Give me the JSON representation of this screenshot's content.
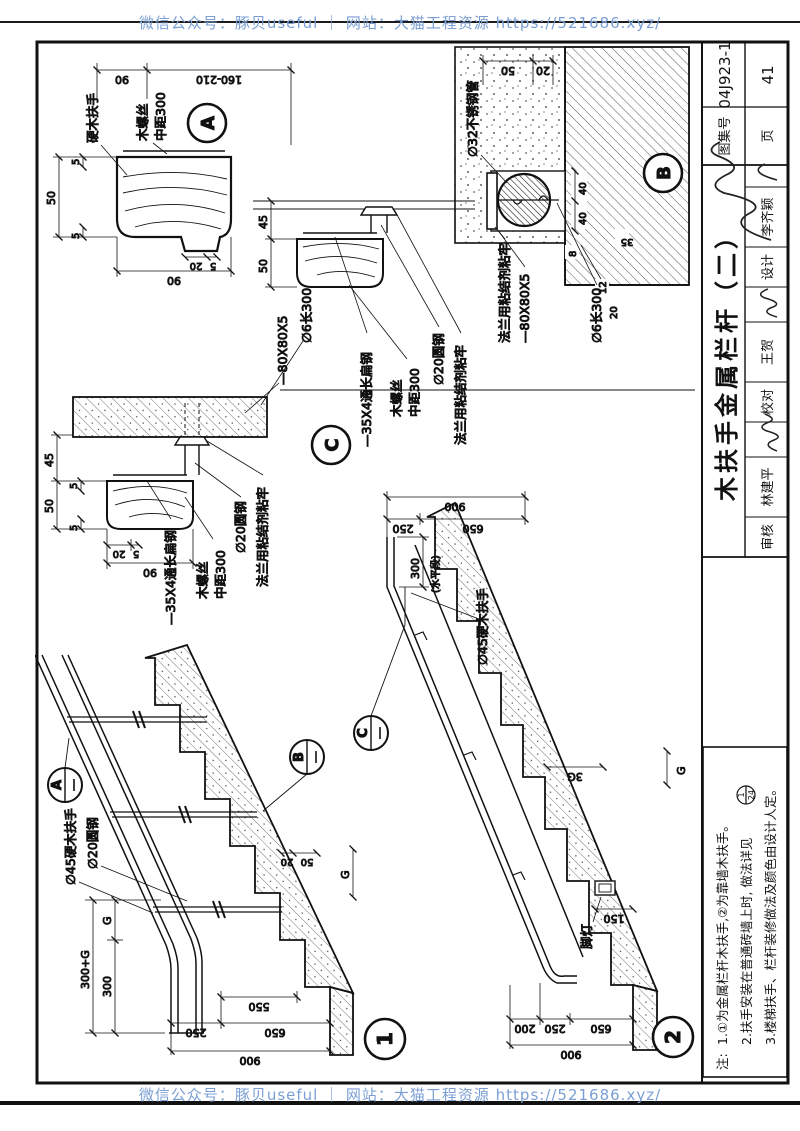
{
  "watermark": {
    "text": "微信公众号：豚贝useful ｜ 网站：大猫工程资源 https://521686.xyz/",
    "color": "#7b9fd4"
  },
  "title_block": {
    "drawing_title": "木扶手金属栏杆（二）",
    "atlas_label": "图集号",
    "atlas_no": "04J923-1",
    "page_label": "页",
    "page_no": "41",
    "staff": [
      {
        "label": "审核",
        "name": "林建平"
      },
      {
        "label": "校对",
        "name": "王贺"
      },
      {
        "label": "设计",
        "name": "李齐颖"
      }
    ]
  },
  "notes": {
    "prefix": "注:",
    "line1": "1.①为金属栏杆木扶手,②为靠墙木扶手。",
    "line2": "2.扶手安装在普通砖墙上时, 做法详见",
    "ref_top": "1",
    "ref_bottom": "24",
    "line3": "3.楼梯扶手、栏杆装修做法及颜色由设计人定。"
  },
  "section1": {
    "number": "1",
    "ref_a": "A",
    "ref_b": "B",
    "label_handrail": "∅45硬木扶手",
    "label_rail": "∅20圆钢",
    "dim_total": "300+G",
    "dim_300": "300",
    "dim_g": "G",
    "dim_550": "550",
    "dim_250": "250",
    "dim_650": "650",
    "dim_900": "900",
    "dim_20": "20",
    "dim_50": "50",
    "dim_g2": "G"
  },
  "section2": {
    "number": "2",
    "ref_c": "C",
    "label_handrail": "∅45硬木扶手",
    "label_footlight": "脚灯",
    "dim_300": "300",
    "dim_hseg": "(水平段)",
    "dim_g": "G",
    "dim_3g": "3G",
    "dim_150": "150",
    "dim_200": "200",
    "dim_250": "250",
    "dim_650": "650",
    "dim_900": "900",
    "dim_250b": "250",
    "dim_650b": "650",
    "dim_900b": "900"
  },
  "detailA": {
    "letter": "A",
    "label_handrail": "硬木扶手",
    "label_screw1": "木螺丝",
    "label_screw2": "中距300",
    "dim_90": "90",
    "dim_160": "160-210",
    "dim_50": "50",
    "dim_5a": "5",
    "dim_5b": "5",
    "dim_20": "20",
    "dim_5c": "5",
    "dim_90b": "90"
  },
  "detailB": {
    "letter": "B",
    "label_tube": "∅32不锈钢管",
    "label_flange": "法兰用粘结剂粘牢",
    "label_plate": "—80X80X5",
    "label_anchor": "∅6长300",
    "dim_50": "50",
    "dim_20": "20",
    "dim_40a": "40",
    "dim_40b": "40",
    "dim_8": "8",
    "dim_12": "12",
    "dim_35": "35",
    "dim_20b": "20"
  },
  "detailC": {
    "letter": "C",
    "label_flat": "—35X4通长扁钢",
    "label_screw1": "木螺丝",
    "label_screw2": "中距300",
    "label_rod": "∅20圆钢",
    "label_flange": "法兰用粘结剂粘牢",
    "label_plate": "—80X80X5",
    "label_anchor": "∅6长300",
    "dim_45": "45",
    "dim_50": "50",
    "dim_5a": "5",
    "dim_5b": "5",
    "dim_90": "90",
    "dim_20": "20",
    "dim_5c": "5"
  },
  "detailMid": {
    "label_flat": "—35X4通长扁钢",
    "label_screw1": "木螺丝",
    "label_screw2": "中距300",
    "label_rod": "∅20圆钢",
    "label_flange": "法兰用粘结剂粘牢",
    "dim_45": "45",
    "dim_50": "50"
  }
}
